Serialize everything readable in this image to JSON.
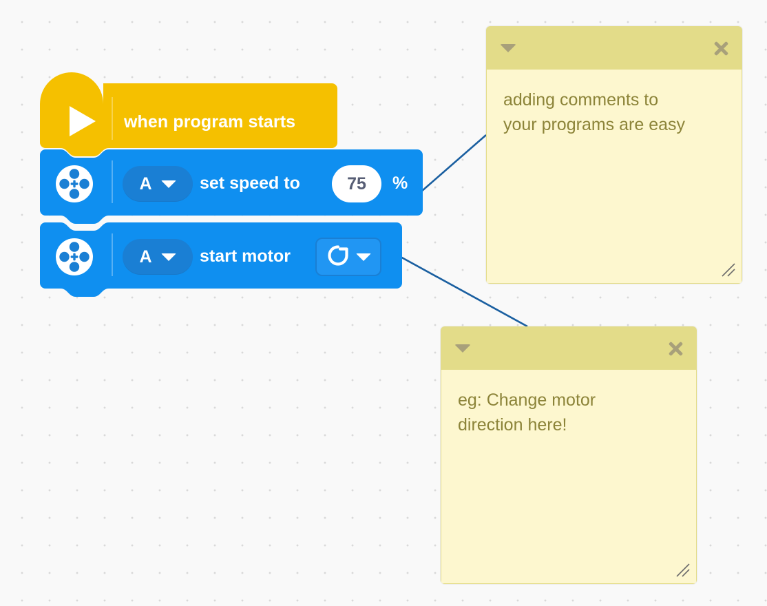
{
  "canvas": {
    "background_color": "#f9f9f9",
    "grid_dot_color": "#d9d9d9",
    "grid_spacing": 40
  },
  "palette": {
    "event_yellow": "#f5c000",
    "motor_blue": "#0f8ff0",
    "motor_blue_dark": "#1a7fd4",
    "comment_header": "#e3dc89",
    "comment_body": "#fdf7cf",
    "comment_text": "#8c8439",
    "connector_line": "#1a5fa0",
    "value_text": "#575e75"
  },
  "program": {
    "hat_block": {
      "icon": "play-triangle-icon",
      "label": "when program starts"
    },
    "blocks": [
      {
        "icon": "motor-icon",
        "port": "A",
        "port_caret": "chevron-down-icon",
        "text": "set speed to",
        "value": "75",
        "unit": "%"
      },
      {
        "icon": "motor-icon",
        "port": "A",
        "port_caret": "chevron-down-icon",
        "text": "start motor",
        "direction_icon": "clockwise-rotate-icon",
        "direction_caret": "chevron-down-icon"
      }
    ]
  },
  "comments": [
    {
      "text": "adding comments to\nyour programs are easy",
      "collapse_icon": "collapse-caret-icon",
      "close_icon": "close-icon",
      "resize_icon": "resize-grip-icon"
    },
    {
      "text": "eg: Change motor\ndirection here!",
      "collapse_icon": "collapse-caret-icon",
      "close_icon": "close-icon",
      "resize_icon": "resize-grip-icon"
    }
  ]
}
